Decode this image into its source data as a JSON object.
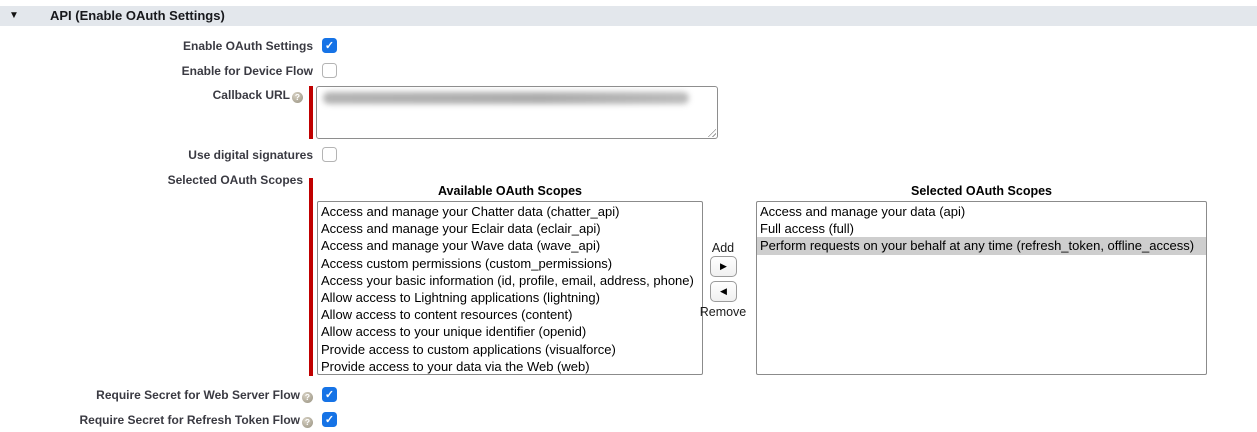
{
  "section": {
    "title": "API (Enable OAuth Settings)"
  },
  "icons": {
    "collapse": "▼",
    "help": "?",
    "check": "✓",
    "add_arrow": "▶",
    "remove_arrow": "◀"
  },
  "fields": {
    "enable_oauth": {
      "label": "Enable OAuth Settings",
      "checked": true
    },
    "device_flow": {
      "label": "Enable for Device Flow",
      "checked": false
    },
    "callback_url": {
      "label": "Callback URL",
      "required": true,
      "value_redacted": true
    },
    "digital_signatures": {
      "label": "Use digital signatures",
      "checked": false
    },
    "oauth_scopes": {
      "label": "Selected OAuth Scopes",
      "required": true
    },
    "require_secret_web_server": {
      "label": "Require Secret for Web Server Flow",
      "checked": true
    },
    "require_secret_refresh_token": {
      "label": "Require Secret for Refresh Token Flow",
      "checked": true
    }
  },
  "scope_picker": {
    "available": {
      "header": "Available OAuth Scopes",
      "items": [
        "Access and manage your Chatter data (chatter_api)",
        "Access and manage your Eclair data (eclair_api)",
        "Access and manage your Wave data (wave_api)",
        "Access custom permissions (custom_permissions)",
        "Access your basic information (id, profile, email, address, phone)",
        "Allow access to Lightning applications (lightning)",
        "Allow access to content resources (content)",
        "Allow access to your unique identifier (openid)",
        "Provide access to custom applications (visualforce)",
        "Provide access to your data via the Web (web)"
      ]
    },
    "selected": {
      "header": "Selected OAuth Scopes",
      "items": [
        "Access and manage your data (api)",
        "Full access (full)",
        "Perform requests on your behalf at any time (refresh_token, offline_access)"
      ],
      "selected_index": 2
    },
    "add_label": "Add",
    "remove_label": "Remove"
  },
  "colors": {
    "header_bg": "#e3e7ec",
    "required_red": "#c00000",
    "checkbox_blue": "#1673e6",
    "selection_gray": "#cecece"
  }
}
